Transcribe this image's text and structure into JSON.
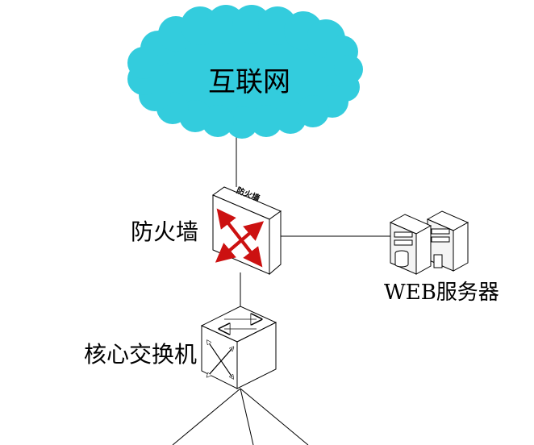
{
  "diagram": {
    "internet_label": "互联网",
    "firewall_label": "防火墙",
    "firewall_device_text": "防火墙",
    "web_server_label": "WEB服务器",
    "core_switch_label": "核心交换机",
    "colors": {
      "cloud_fill": "#33ccdd",
      "arrow_red": "#cc1111",
      "line": "#000000",
      "device_face": "#ffffff"
    },
    "icons": [
      "cloud-icon",
      "firewall-icon",
      "server-icon",
      "switch-icon"
    ]
  }
}
